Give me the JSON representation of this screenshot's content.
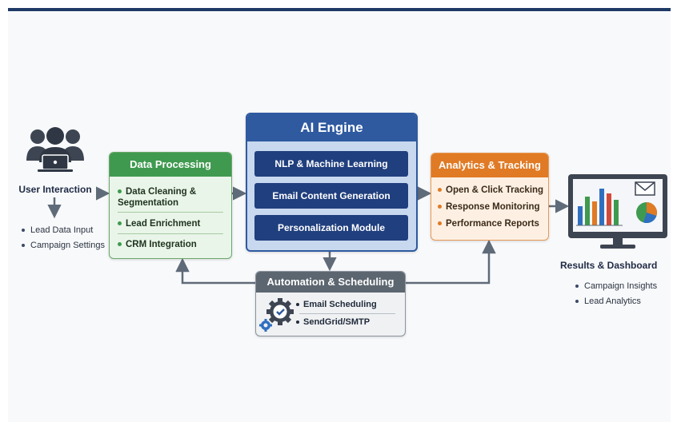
{
  "user_interaction": {
    "title": "User Interaction",
    "items": [
      "Lead Data Input",
      "Campaign Settings"
    ]
  },
  "data_processing": {
    "title": "Data Processing",
    "items": [
      "Data Cleaning & Segmentation",
      "Lead Enrichment",
      "CRM Integration"
    ]
  },
  "ai_engine": {
    "title": "AI Engine",
    "modules": [
      "NLP & Machine Learning",
      "Email Content Generation",
      "Personalization Module"
    ]
  },
  "analytics": {
    "title": "Analytics & Tracking",
    "items": [
      "Open & Click Tracking",
      "Response Monitoring",
      "Performance Reports"
    ]
  },
  "automation": {
    "title": "Automation & Scheduling",
    "items": [
      "Email Scheduling",
      "SendGrid/SMTP"
    ]
  },
  "results": {
    "title": "Results & Dashboard",
    "items": [
      "Campaign Insights",
      "Lead Analytics"
    ]
  },
  "icons": {
    "users": "users-group-laptop-icon",
    "gear": "gear-check-icon",
    "monitor": "dashboard-monitor-icon",
    "envelope": "envelope-icon"
  },
  "colors": {
    "header_bar": "#1f3a66",
    "data_processing": "#3f9a4f",
    "ai_engine": "#2f5aa0",
    "ai_module": "#203f7e",
    "analytics": "#e07a25",
    "automation": "#5c6670",
    "arrow": "#5f6b78"
  }
}
